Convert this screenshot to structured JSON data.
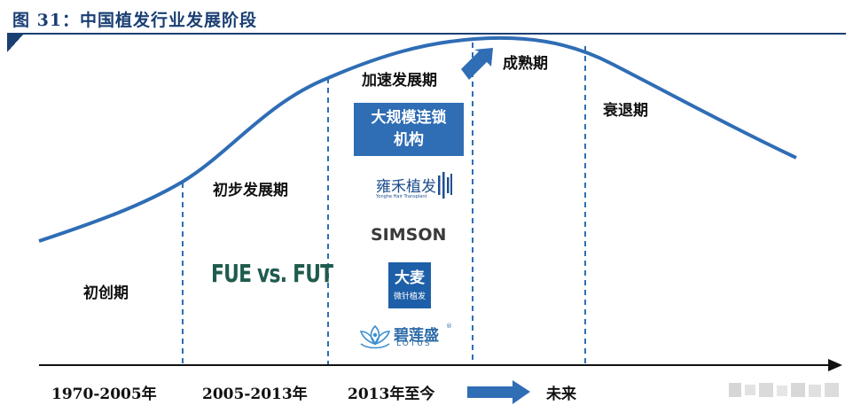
{
  "figure": {
    "title": "图 31：中国植发行业发展阶段"
  },
  "stages": {
    "initial": "初创期",
    "early_development": "初步发展期",
    "accelerated_development": "加速发展期",
    "mature": "成熟期",
    "decline": "衰退期"
  },
  "timeline": {
    "period_1": "1970-2005年",
    "period_2": "2005-2013年",
    "period_3": "2013年至今",
    "future": "未来"
  },
  "early_stage": {
    "technique": "FUE vs. FUT"
  },
  "chains": {
    "heading": "大规模连锁机构",
    "heading_line1": "大规模连锁",
    "heading_line2": "机构",
    "logos": [
      {
        "name": "雍禾植发",
        "sub": "Yonghe Hair Transplant"
      },
      {
        "name": "SIMSON"
      },
      {
        "name": "大麦",
        "sub": "微针植发"
      },
      {
        "name": "碧莲盛",
        "sub": "LOTUS"
      }
    ]
  },
  "colors": {
    "curve": "#2f6db5",
    "divider": "#2f6db5",
    "arrow": "#2f6db5",
    "axis": "#111111",
    "title": "#1a3f73",
    "chain_box": "#2f6db5"
  },
  "icons": {
    "progress_arrow": "thick-right-arrow",
    "timeline_arrow": "thick-right-arrow",
    "axis_arrow": "arrowhead-right",
    "yonghe_mark": "vertical-bars-mark",
    "lotus_mark": "lotus-flower-mark"
  }
}
